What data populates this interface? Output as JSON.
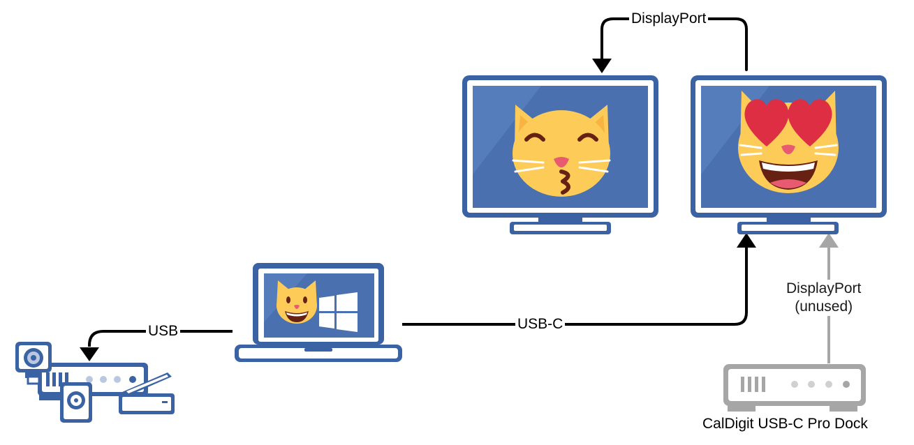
{
  "labels": {
    "displayport_top": "DisplayPort",
    "usb": "USB",
    "usb_c": "USB-C",
    "displayport_unused_line1": "DisplayPort",
    "displayport_unused_line2": "(unused)",
    "dock_caption": "CalDigit USB-C Pro Dock"
  },
  "icons": {
    "left_monitor_screen": "cat-kissing-face",
    "right_monitor_screen": "cat-heart-eyes",
    "laptop_screen": [
      "cat-grinning-face",
      "windows-logo"
    ],
    "peripherals": [
      "webcam",
      "usb-hub",
      "hard-drive",
      "scanner"
    ],
    "dock": "caldigit-dock"
  },
  "colors": {
    "device_frame": "#3b63a3",
    "screen": "#4a70b0",
    "screen_glare": "#6189c5",
    "bezel": "#ffffff",
    "cat_face": "#fdcb58",
    "heart": "#dd2e44",
    "cable": "#000000",
    "unused_cable": "#a6a6a6",
    "dock": "#a6a6a6"
  }
}
